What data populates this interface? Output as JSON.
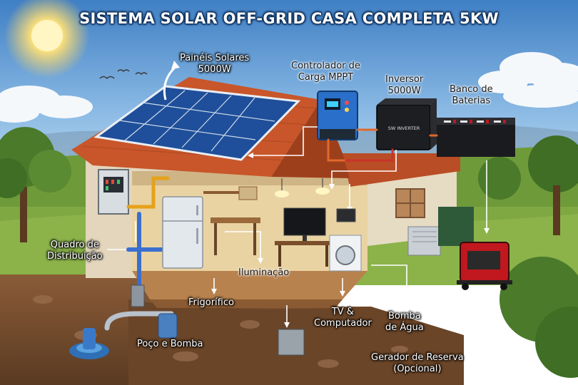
{
  "title": "SISTEMA SOLAR OFF-GRID CASA COMPLETA 5KW",
  "labels": {
    "panels": {
      "line1": "Painéis Solares",
      "line2": "5000W"
    },
    "controller": {
      "line1": "Controlador de",
      "line2": "Carga MPPT"
    },
    "inverter": {
      "line1": "Inversor",
      "line2": "5000W"
    },
    "batteries": {
      "line1": "Banco de",
      "line2": "Baterias"
    },
    "distribution": {
      "line1": "Quadro de",
      "line2": "Distribuição"
    },
    "lighting": "Iluminação",
    "fridge": "Frigorífico",
    "tv": {
      "line1": "TV &",
      "line2": "Computador"
    },
    "pump": {
      "line1": "Bomba",
      "line2": "de Água"
    },
    "well": "Poço e Bomba",
    "generator": {
      "line1": "Gerador de Reserva",
      "line2": "(Opcional)"
    }
  },
  "devices": {
    "inverter_brand": "SW INVERTER"
  },
  "icons": [
    "sun-icon",
    "birds-icon",
    "curved-arrow-icon"
  ],
  "colors": {
    "sky": "#6fa8d8",
    "roof": "#c8562a",
    "panel": "#1f4f9a",
    "controller": "#2a6fc9",
    "generator": "#c0181e",
    "grass": "#6f9a3a",
    "soil": "#7a5233",
    "pipe": "#3a6fcf",
    "cable_orange": "#e0682a"
  }
}
